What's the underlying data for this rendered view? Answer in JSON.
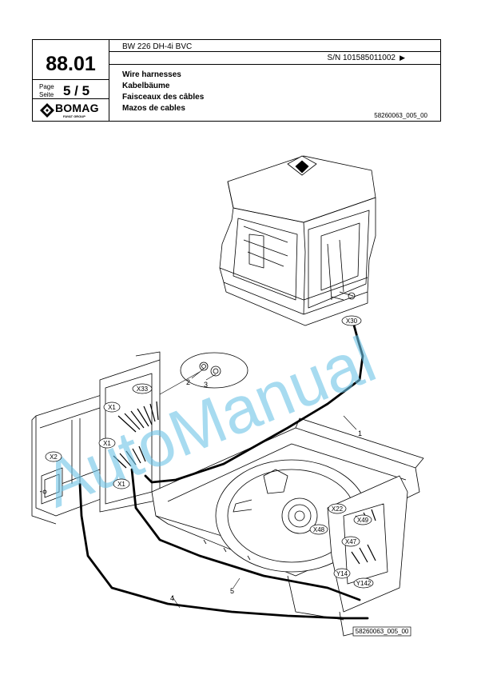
{
  "header": {
    "model": "BW 226 DH-4i BVC",
    "serial": "S/N 101585011002",
    "serial_arrow": "▶",
    "section_number": "88.01",
    "page_label_1": "Page",
    "page_label_2": "Seite",
    "page_number": "5 / 5",
    "titles": {
      "en": "Wire harnesses",
      "de": "Kabelbäume",
      "fr": "Faisceaux des câbles",
      "es": "Mazos de cables"
    },
    "document_number": "58260063_005_00",
    "logo": {
      "name": "BOMAG",
      "subtitle": "FAYAT GROUP"
    }
  },
  "drawing": {
    "figure_id": "58260063_005_00",
    "watermark": "AutoManual",
    "watermark_color": "#6cc3e6",
    "connector_labels": {
      "x30": "X30",
      "x33": "X33",
      "x1_top": "X1",
      "x1_mid": "X1",
      "x1_low": "X1",
      "x2": "X2",
      "x22": "X22",
      "x48": "X48",
      "x49": "X49",
      "x47": "X47",
      "y14": "Y14",
      "y142": "Y142"
    },
    "item_numbers": {
      "n1": "1",
      "n2": "2",
      "n3": "3",
      "n4": "4",
      "n5": "5"
    }
  }
}
